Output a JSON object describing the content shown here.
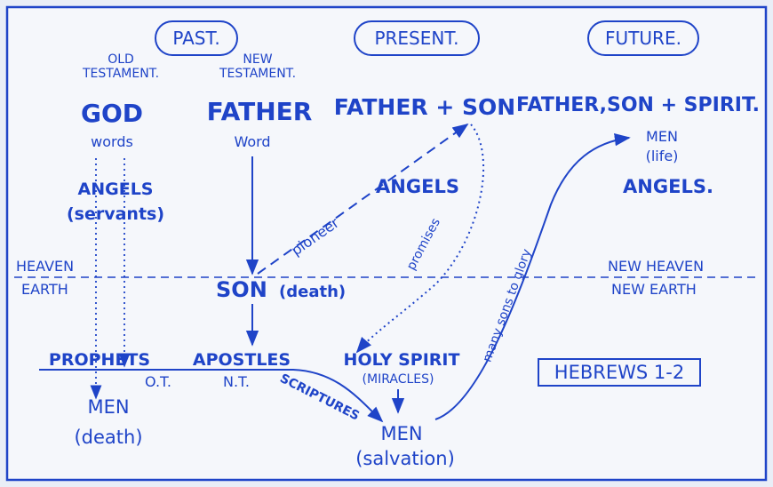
{
  "eras": {
    "past": "PAST.",
    "present": "PRESENT.",
    "future": "FUTURE."
  },
  "old_testament": [
    "OLD",
    "TESTAMENT."
  ],
  "new_testament": [
    "NEW",
    "TESTAMENT."
  ],
  "god": "GOD",
  "words": "words",
  "father": "FATHER",
  "word": "Word",
  "father_son": "FATHER + SON",
  "father_son_spirit": "FATHER,SON + SPIRIT.",
  "angels_servants": [
    "ANGELS",
    "(servants)"
  ],
  "angels_present": "ANGELS",
  "men_life": [
    "MEN",
    "(life)"
  ],
  "angels_future": "ANGELS.",
  "heaven": "HEAVEN",
  "earth": "EARTH",
  "son_death": {
    "son": "SON",
    "death": "(death)"
  },
  "new_heaven": "NEW HEAVEN",
  "new_earth": "NEW EARTH",
  "pioneer": "pioneer",
  "promises": "promises",
  "many_sons": "many sons to glory",
  "prophets": "PROPHETS",
  "apostles": "APOSTLES",
  "holy_spirit": "HOLY SPIRIT",
  "miracles": "(MIRACLES)",
  "ot": "O.T.",
  "nt": "N.T.",
  "scriptures": "SCRIPTURES",
  "men_death": [
    "MEN",
    "(death)"
  ],
  "men_salvation": [
    "MEN",
    "(salvation)"
  ],
  "hebrews": "HEBREWS 1-2",
  "colors": {
    "ink": "#1f44c8",
    "paper": "#e9eef7"
  }
}
